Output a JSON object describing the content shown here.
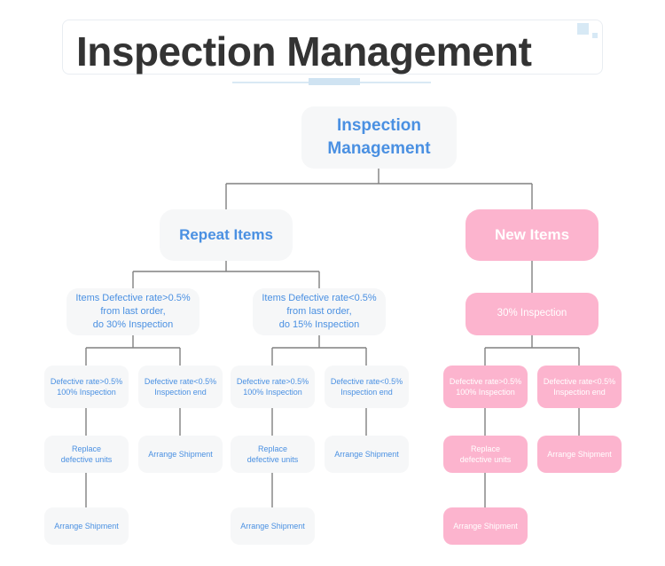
{
  "header": {
    "title": "Inspection Management",
    "decor": {
      "square-large": "#d7e9f5",
      "square-small": "#d7e9f5",
      "rule": "#d9e9f4",
      "rule-bold": "#cfe3f2"
    }
  },
  "theme": {
    "node_gray_bg": "#f6f7f8",
    "node_gray_text": "#4a90e2",
    "node_pink_bg": "#fcb4ce",
    "node_pink_text": "#ffffff",
    "edge_color": "#808080",
    "title_text": "#333333"
  },
  "chart_data": {
    "type": "diagram",
    "title": "Inspection Management",
    "root": "Inspection Management",
    "nodes": {
      "root": "Inspection Management",
      "repeat_items": "Repeat Items",
      "new_items": "New Items",
      "repeat_gt": "Items Defective rate>0.5%\nfrom last order,\ndo 30% Inspection",
      "repeat_lt": "Items Defective rate<0.5%\nfrom last order,\ndo 15% Inspection",
      "new_30": "30% Inspection",
      "a_gt": "Defective rate>0.5%\n100% Inspection",
      "a_lt": "Defective rate<0.5%\nInspection end",
      "b_gt": "Defective rate>0.5%\n100% Inspection",
      "b_lt": "Defective rate<0.5%\nInspection end",
      "c_gt": "Defective rate>0.5%\n100% Inspection",
      "c_lt": "Defective rate<0.5%\nInspection end",
      "a_replace": "Replace\ndefective units",
      "a_arrange": "Arrange Shipment",
      "b_replace": "Replace\ndefective units",
      "b_arrange": "Arrange Shipment",
      "c_replace": "Replace\ndefective units",
      "c_arrange": "Arrange Shipment",
      "a_final": "Arrange Shipment",
      "b_final": "Arrange Shipment",
      "c_final": "Arrange Shipment"
    },
    "node_lines": {
      "root": [
        "Inspection",
        "Management"
      ],
      "repeat_items": [
        "Repeat Items"
      ],
      "new_items": [
        "New Items"
      ],
      "repeat_gt": [
        "Items Defective rate>0.5%",
        "from last order,",
        "do 30% Inspection"
      ],
      "repeat_lt": [
        "Items Defective rate<0.5%",
        "from last order,",
        "do 15% Inspection"
      ],
      "new_30": [
        "30% Inspection"
      ],
      "a_gt": [
        "Defective rate>0.5%",
        "100% Inspection"
      ],
      "a_lt": [
        "Defective rate<0.5%",
        "Inspection end"
      ],
      "b_gt": [
        "Defective rate>0.5%",
        "100% Inspection"
      ],
      "b_lt": [
        "Defective rate<0.5%",
        "Inspection end"
      ],
      "c_gt": [
        "Defective rate>0.5%",
        "100% Inspection"
      ],
      "c_lt": [
        "Defective rate<0.5%",
        "Inspection end"
      ],
      "a_replace": [
        "Replace",
        "defective units"
      ],
      "a_arrange": [
        "Arrange Shipment"
      ],
      "b_replace": [
        "Replace",
        "defective units"
      ],
      "b_arrange": [
        "Arrange Shipment"
      ],
      "c_replace": [
        "Replace",
        "defective units"
      ],
      "c_arrange": [
        "Arrange Shipment"
      ],
      "a_final": [
        "Arrange Shipment"
      ],
      "b_final": [
        "Arrange Shipment"
      ],
      "c_final": [
        "Arrange Shipment"
      ]
    },
    "edges": [
      [
        "root",
        "repeat_items"
      ],
      [
        "root",
        "new_items"
      ],
      [
        "repeat_items",
        "repeat_gt"
      ],
      [
        "repeat_items",
        "repeat_lt"
      ],
      [
        "new_items",
        "new_30"
      ],
      [
        "repeat_gt",
        "a_gt"
      ],
      [
        "repeat_gt",
        "a_lt"
      ],
      [
        "repeat_lt",
        "b_gt"
      ],
      [
        "repeat_lt",
        "b_lt"
      ],
      [
        "new_30",
        "c_gt"
      ],
      [
        "new_30",
        "c_lt"
      ],
      [
        "a_gt",
        "a_replace"
      ],
      [
        "a_lt",
        "a_arrange"
      ],
      [
        "b_gt",
        "b_replace"
      ],
      [
        "b_lt",
        "b_arrange"
      ],
      [
        "c_gt",
        "c_replace"
      ],
      [
        "c_lt",
        "c_arrange"
      ],
      [
        "a_replace",
        "a_final"
      ],
      [
        "b_replace",
        "b_final"
      ],
      [
        "c_replace",
        "c_final"
      ]
    ]
  }
}
